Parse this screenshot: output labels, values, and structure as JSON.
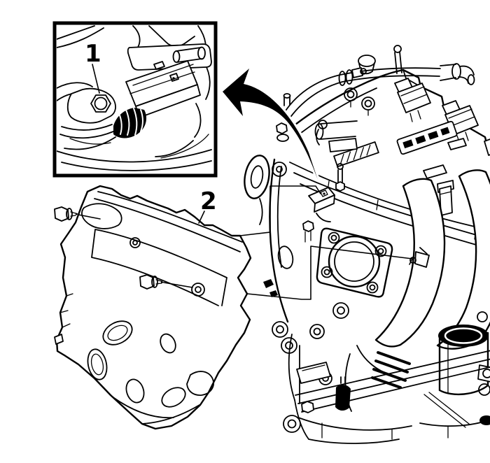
{
  "diagram": {
    "background_color": "#ffffff",
    "ink_color": "#000000",
    "callouts": {
      "sensor": {
        "label": "1"
      },
      "cover": {
        "label": "2"
      }
    },
    "icons": {
      "magnify_arrow": "curved-black-arrow-from-engine-to-detail-inset"
    },
    "parts": [
      "detail-inset-sensor-connector-and-bolt",
      "engine-cover-panel",
      "cover-mounting-bolts",
      "engine-assembly-with-intake-manifold"
    ]
  }
}
